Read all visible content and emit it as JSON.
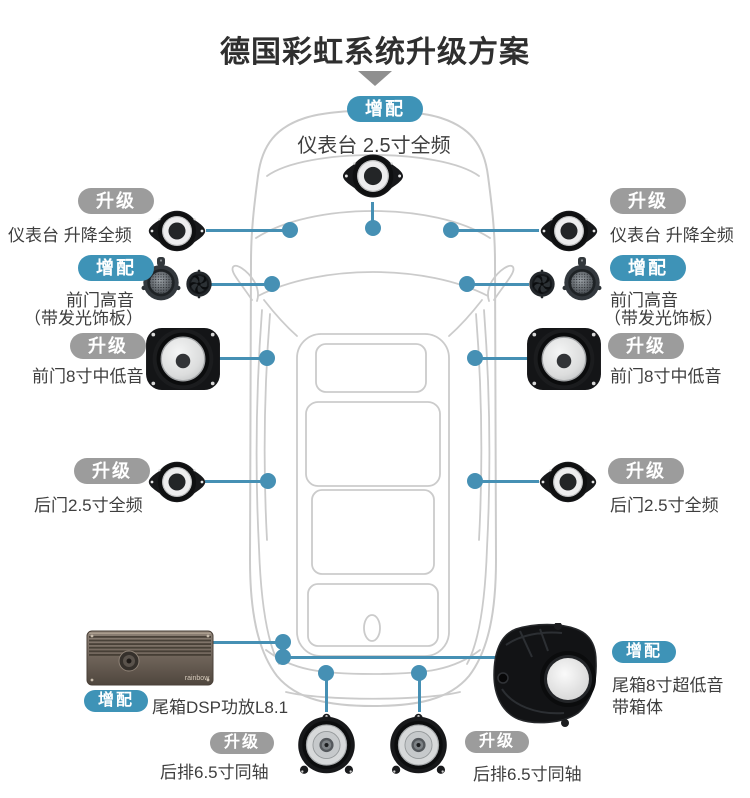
{
  "title": "德国彩虹系统升级方案",
  "colors": {
    "add_on_badge": "#3e93b7",
    "upgrade_badge": "#9c9c9c",
    "connector": "#4690b4",
    "car_outline": "#cbcbcb",
    "title_text": "#2f2f2f",
    "label_text": "#3e3e3e"
  },
  "callouts": {
    "dash_center": {
      "badge": "增配",
      "line1": "仪表台 2.5寸全频"
    },
    "dash_left": {
      "badge": "升级",
      "line1": "仪表台 升降全频"
    },
    "front_tweeter_left": {
      "badge": "增配",
      "line1": "前门高音",
      "line2": "（带发光饰板）"
    },
    "front_woofer_left": {
      "badge": "升级",
      "line1": "前门8寸中低音"
    },
    "rear_door_left": {
      "badge": "升级",
      "line1": "后门2.5寸全频"
    },
    "dash_right": {
      "badge": "升级",
      "line1": "仪表台 升降全频"
    },
    "front_tweeter_right": {
      "badge": "增配",
      "line1": "前门高音",
      "line2": "（带发光饰板）"
    },
    "front_woofer_right": {
      "badge": "升级",
      "line1": "前门8寸中低音"
    },
    "rear_door_right": {
      "badge": "升级",
      "line1": "后门2.5寸全频"
    },
    "trunk_amp": {
      "badge": "增配",
      "line1": "尾箱DSP功放L8.1"
    },
    "trunk_sub": {
      "badge": "增配",
      "line1": "尾箱8寸超低音",
      "line2": "带箱体"
    },
    "rear_deck_left": {
      "badge": "升级",
      "line1": "后排6.5寸同轴"
    },
    "rear_deck_right": {
      "badge": "升级",
      "line1": "后排6.5寸同轴"
    }
  },
  "amp_brand": "rainbow"
}
